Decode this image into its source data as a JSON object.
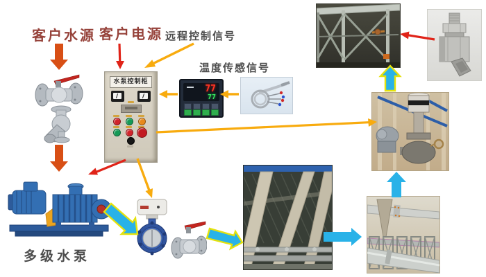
{
  "labels": {
    "customer_water": "客户水源",
    "customer_power": "客户电源",
    "remote_signal": "远程控制信号",
    "temp_signal": "温度传感信号",
    "multistage_pump": "多级水泵"
  },
  "cabinet": {
    "title": "水泵控制柜"
  },
  "controller": {
    "pv": "77",
    "sv": "77"
  },
  "colors": {
    "label_red": "#96423a",
    "label_dark": "#4c4c4c",
    "arrow_red": "#e02318",
    "arrow_block_red": "#d84f15",
    "arrow_yellow": "#f8ab0e",
    "arrow_cyan": "#29b2e8",
    "arrow_cyan_outline": "#e5e20c"
  }
}
